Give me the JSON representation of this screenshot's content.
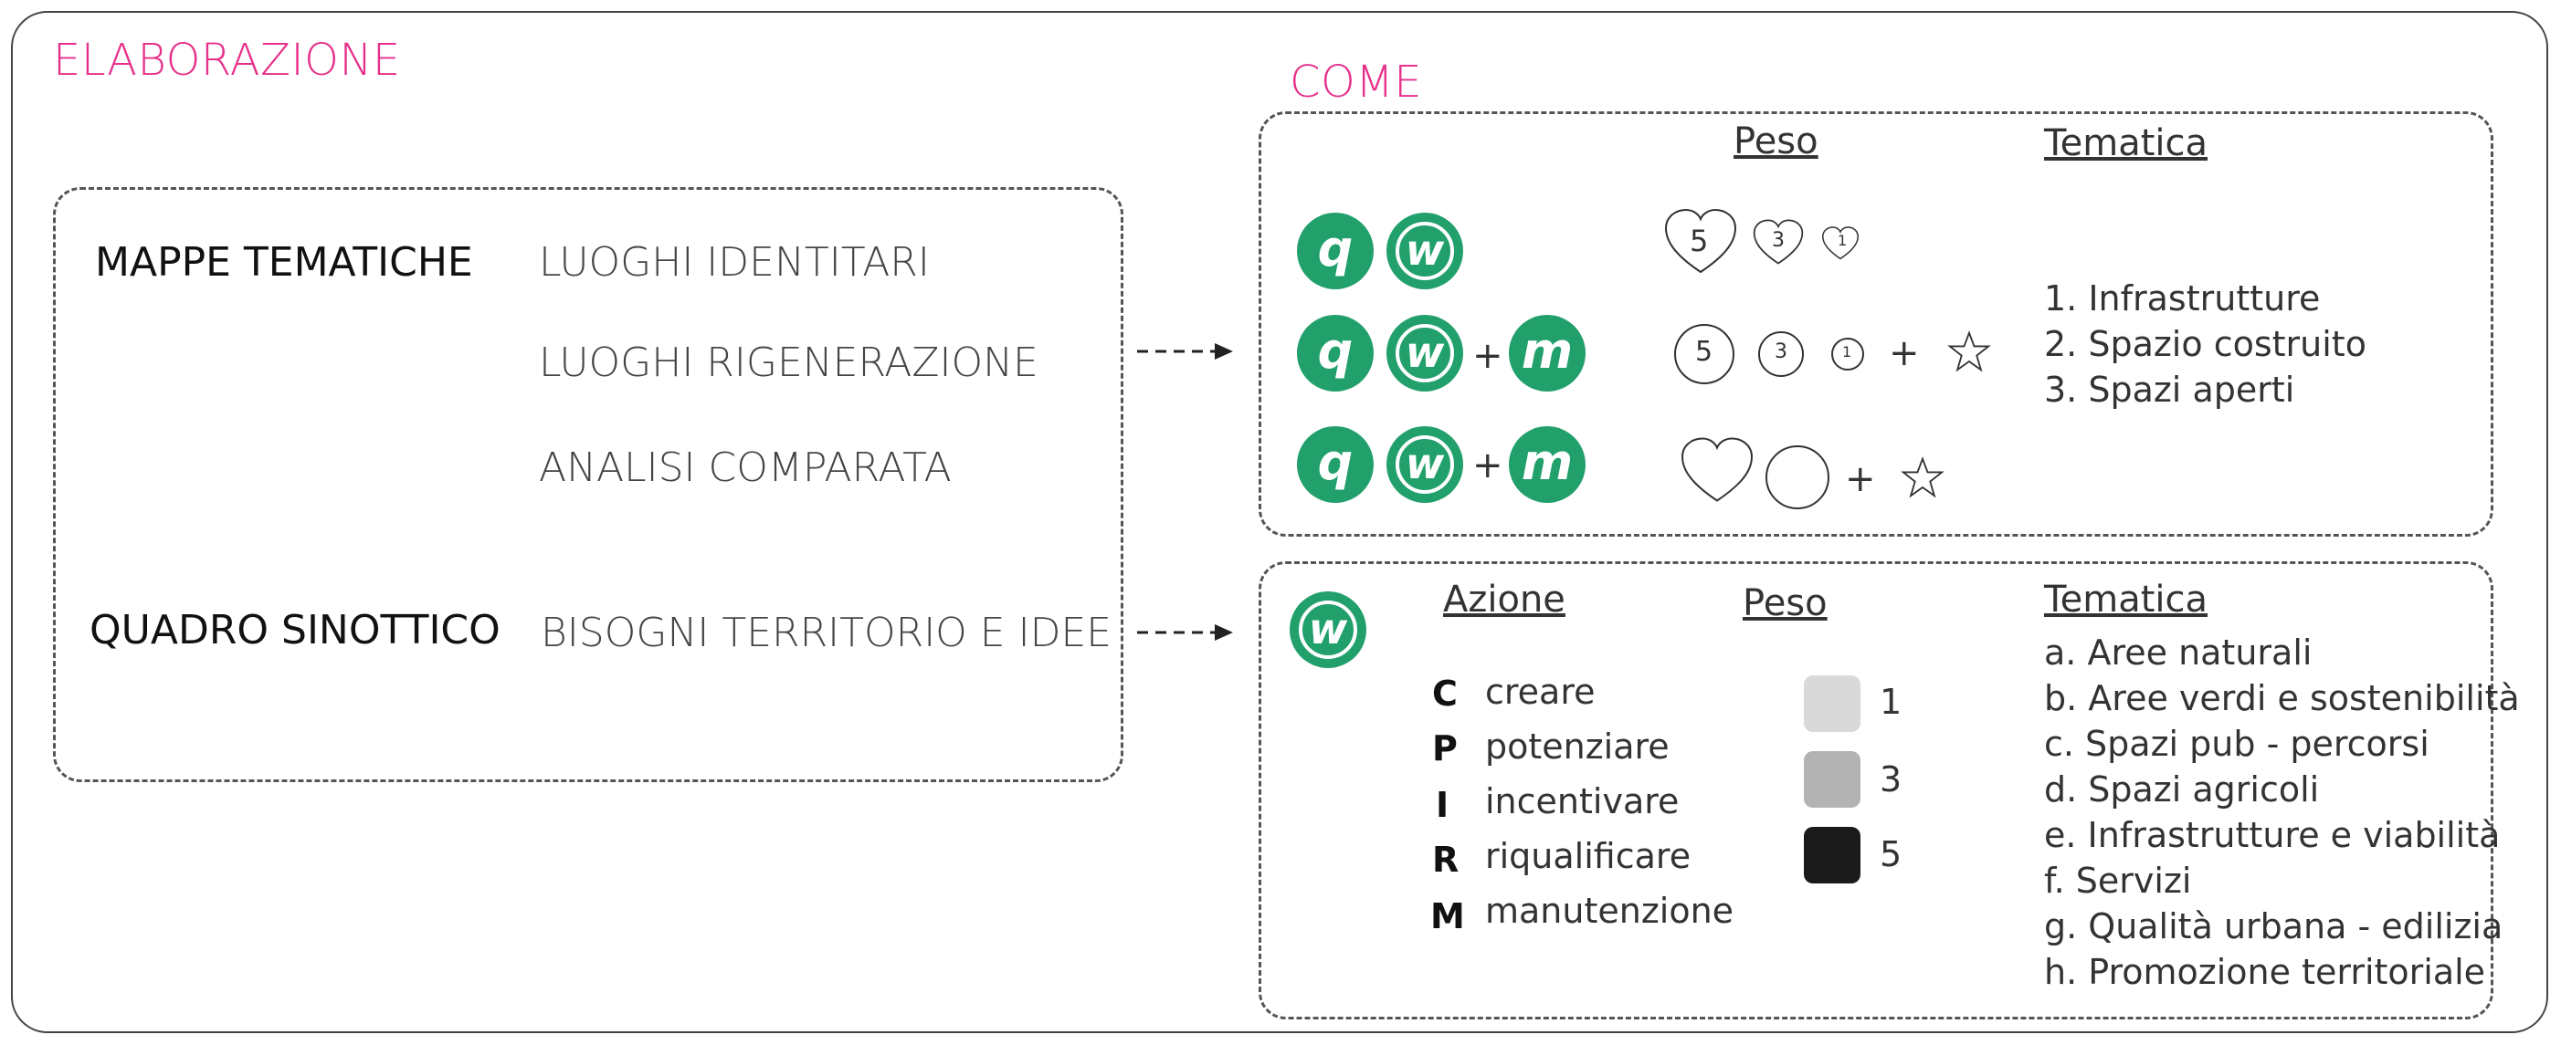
{
  "sections": {
    "elaborazione": "ELABORAZIONE",
    "come": "COME"
  },
  "left": {
    "mappe": "MAPPE TEMATICHE",
    "luoghi_identitari": "LUOGHI IDENTITARI",
    "luoghi_rigenerazione": "LUOGHI RIGENERAZIONE",
    "analisi_comparata": "ANALISI COMPARATA",
    "quadro": "QUADRO SINOTTICO",
    "bisogni": "BISOGNI TERRITORIO E IDEE"
  },
  "top_box": {
    "peso_header": "Peso",
    "tematica_header": "Tematica",
    "heart_values": [
      "5",
      "3",
      "1"
    ],
    "circle_values": [
      "5",
      "3",
      "1"
    ],
    "plus": "+",
    "tematica": [
      "1. Infrastrutture",
      "2. Spazio costruito",
      "3. Spazi aperti"
    ]
  },
  "badges": {
    "q": "q",
    "w": "w",
    "m": "m"
  },
  "bottom_box": {
    "azione_header": "Azione",
    "peso_header": "Peso",
    "tematica_header": "Tematica",
    "azioni": [
      {
        "letter": "C",
        "label": "creare"
      },
      {
        "letter": "P",
        "label": "potenziare"
      },
      {
        "letter": "I",
        "label": "incentivare"
      },
      {
        "letter": "R",
        "label": "riqualificare"
      },
      {
        "letter": "M",
        "label": "manutenzione"
      }
    ],
    "pesi": [
      "1",
      "3",
      "5"
    ],
    "tematica": [
      "a. Aree naturali",
      "b. Aree verdi e sostenibilità",
      "c. Spazi pub - percorsi",
      "d. Spazi agricoli",
      "e. Infrastrutture e viabilità",
      "f. Servizi",
      "g. Qualità urbana - edilizia",
      "h. Promozione territoriale"
    ]
  },
  "colors": {
    "accent": "#e6308a",
    "badge_green": "#22a06b",
    "swatch_light": "#d9d9d9",
    "swatch_mid": "#b3b3b3",
    "swatch_dark": "#1a1a1a"
  }
}
